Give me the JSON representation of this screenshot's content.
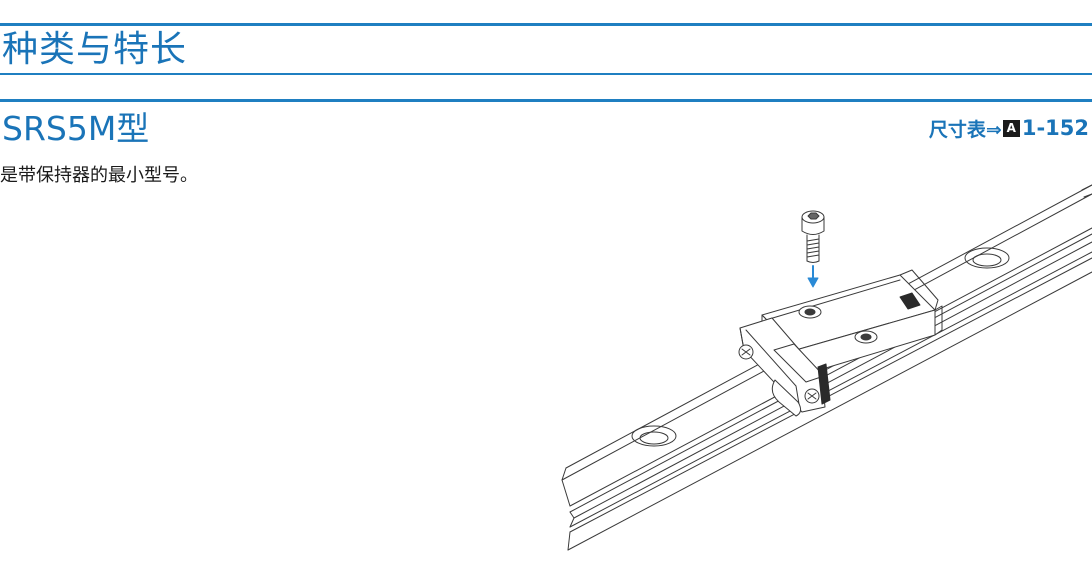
{
  "section": {
    "title": "种类与特长"
  },
  "model": {
    "title": "SRS5M型",
    "ref_label": "尺寸表⇒",
    "ref_badge": "A",
    "ref_page": "1-152"
  },
  "description": "是带保持器的最小型号。",
  "colors": {
    "accent": "#1a74b8",
    "rule": "#1f7fc1",
    "badge": "#1b1b1b",
    "text": "#1a1a1a"
  }
}
